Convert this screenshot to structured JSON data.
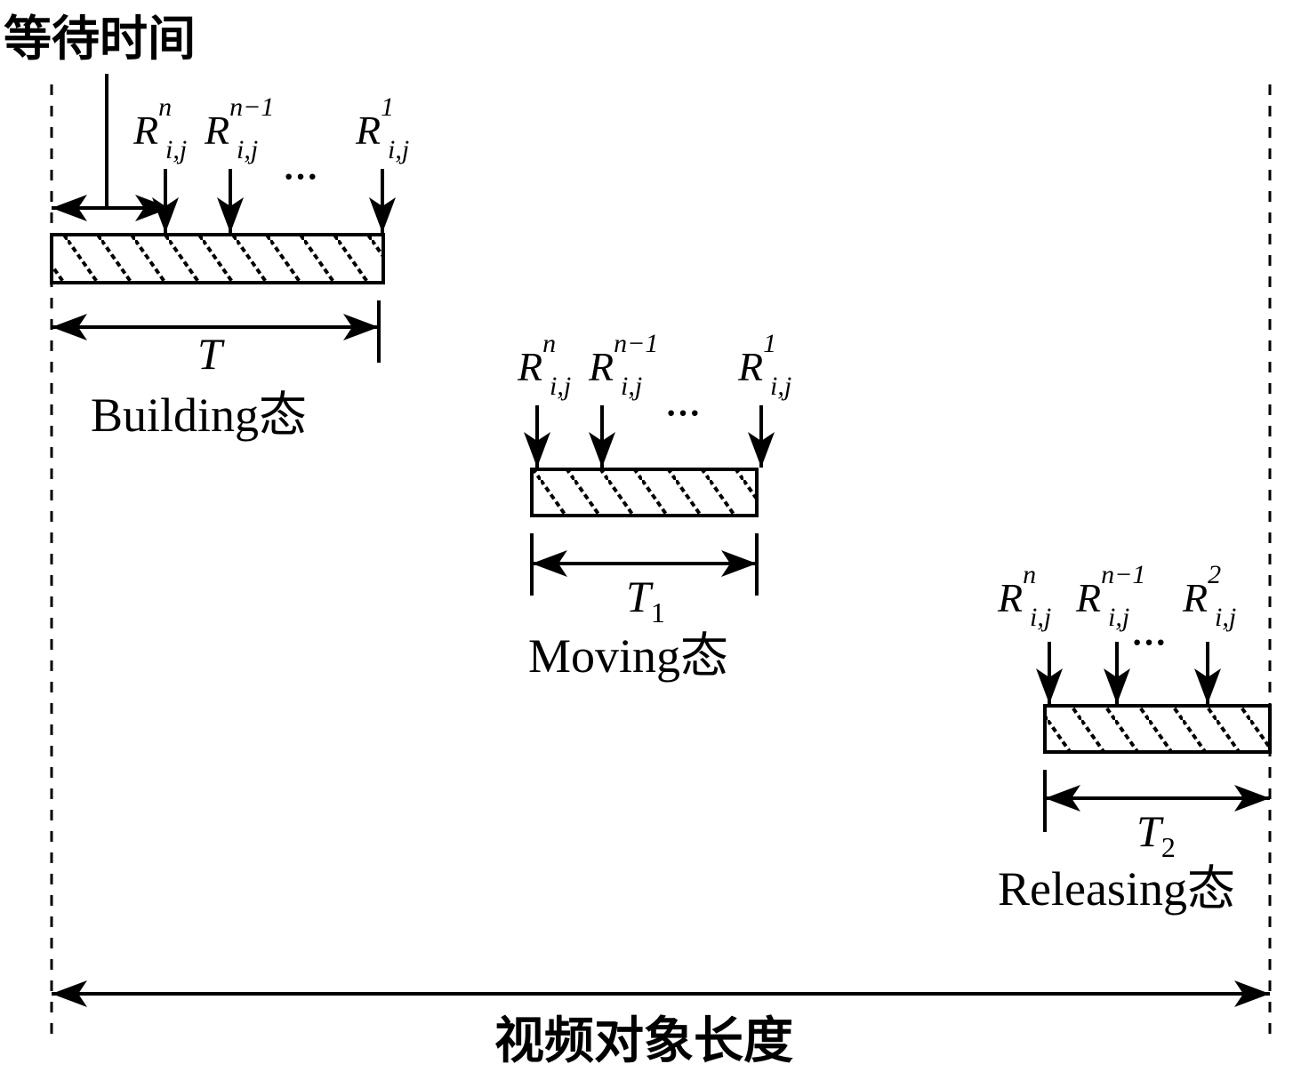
{
  "wait_time_label": "等待时间",
  "video_length_label": "视频对象长度",
  "rect_symbol": "R",
  "subscript": "i,j",
  "ellipsis": "···",
  "building": {
    "state_label": "Building态",
    "duration_label": "T",
    "duration_sub": "",
    "request_superscripts": [
      "n",
      "n−1",
      "1"
    ]
  },
  "moving": {
    "state_label": "Moving态",
    "duration_label": "T",
    "duration_sub": "1",
    "request_superscripts": [
      "n",
      "n−1",
      "1"
    ]
  },
  "releasing": {
    "state_label": "Releasing态",
    "duration_label": "T",
    "duration_sub": "2",
    "request_superscripts": [
      "n",
      "n−1",
      "2"
    ]
  }
}
